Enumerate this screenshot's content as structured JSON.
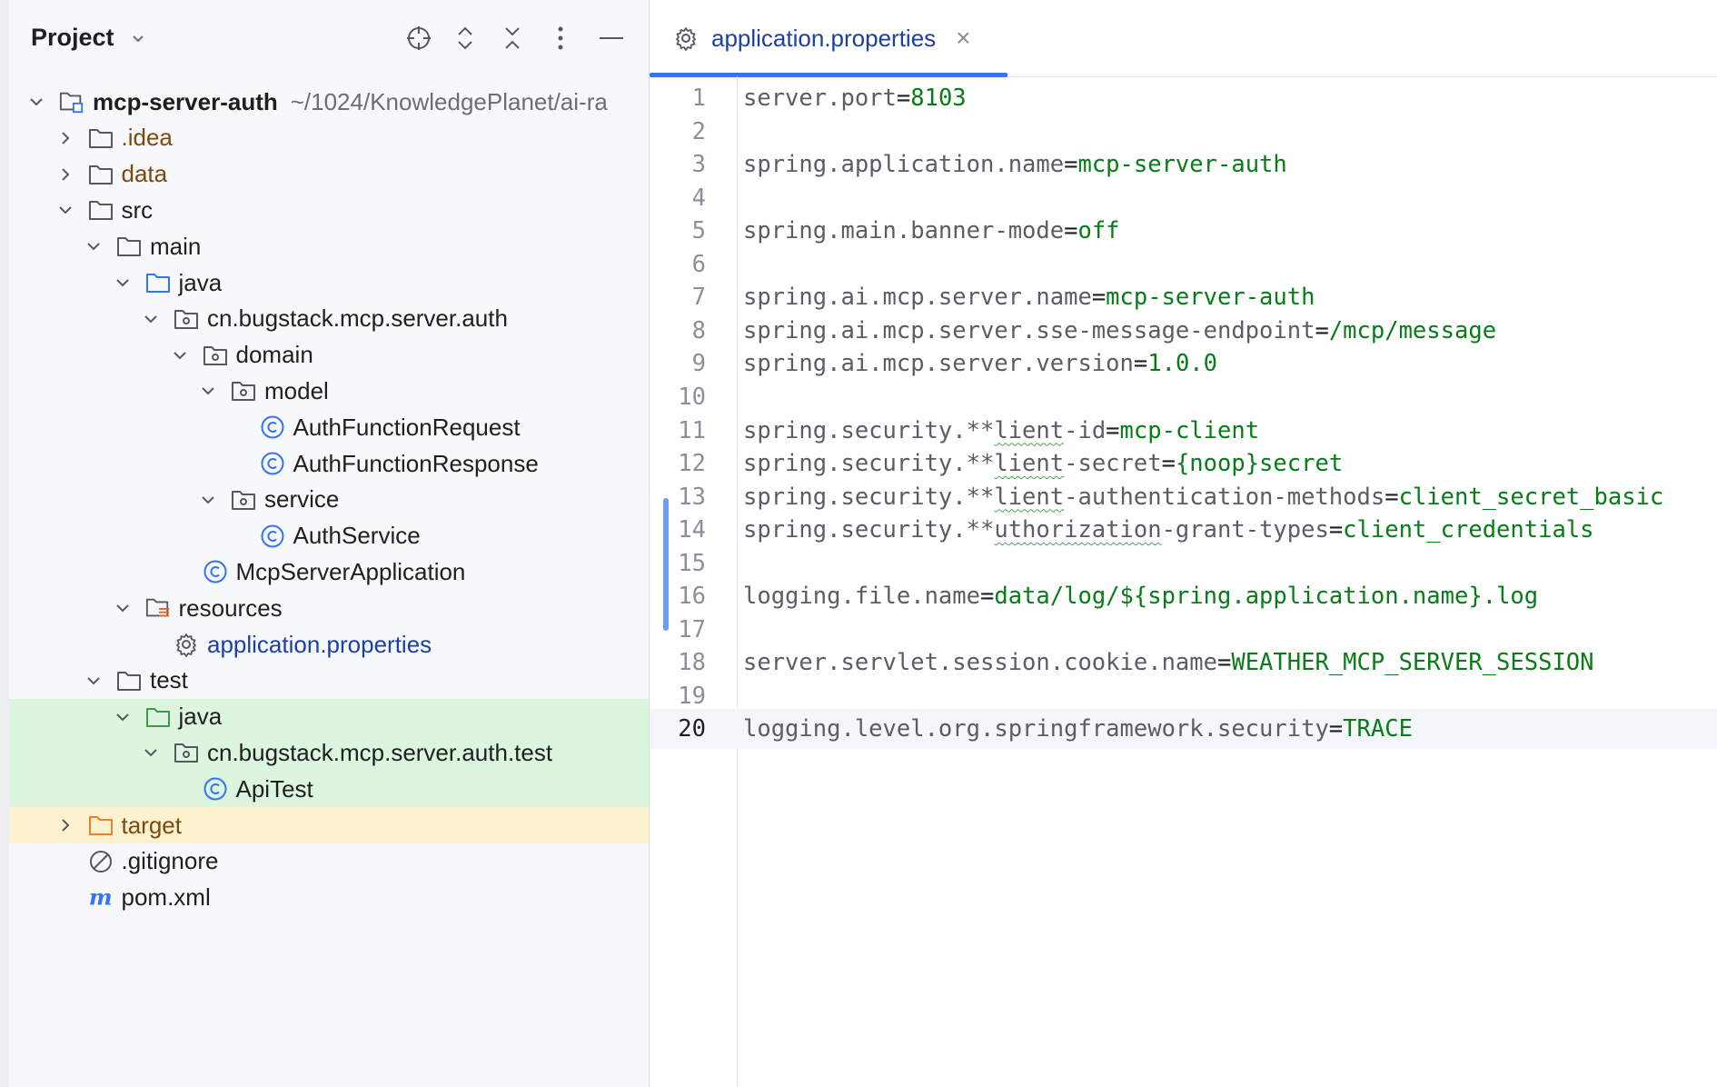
{
  "panel": {
    "title": "Project"
  },
  "header_icons": [
    "crosshair-icon",
    "expand-collapse-icon",
    "collapse-all-icon",
    "more-vertical-icon",
    "minimize-icon"
  ],
  "tree": [
    {
      "label": "mcp-server-auth",
      "extra": "~/1024/KnowledgePlanet/ai-ra",
      "depth": 0,
      "arrow": "down",
      "icon": "module",
      "style": "bold"
    },
    {
      "label": ".idea",
      "depth": 1,
      "arrow": "right",
      "icon": "folder",
      "style": "brown"
    },
    {
      "label": "data",
      "depth": 1,
      "arrow": "right",
      "icon": "folder",
      "style": "brown"
    },
    {
      "label": "src",
      "depth": 1,
      "arrow": "down",
      "icon": "folder"
    },
    {
      "label": "main",
      "depth": 2,
      "arrow": "down",
      "icon": "folder"
    },
    {
      "label": "java",
      "depth": 3,
      "arrow": "down",
      "icon": "folder-blue"
    },
    {
      "label": "cn.bugstack.mcp.server.auth",
      "depth": 4,
      "arrow": "down",
      "icon": "package"
    },
    {
      "label": "domain",
      "depth": 5,
      "arrow": "down",
      "icon": "package"
    },
    {
      "label": "model",
      "depth": 6,
      "arrow": "down",
      "icon": "package"
    },
    {
      "label": "AuthFunctionRequest",
      "depth": 7,
      "arrow": "none",
      "icon": "class"
    },
    {
      "label": "AuthFunctionResponse",
      "depth": 7,
      "arrow": "none",
      "icon": "class"
    },
    {
      "label": "service",
      "depth": 6,
      "arrow": "down",
      "icon": "package"
    },
    {
      "label": "AuthService",
      "depth": 7,
      "arrow": "none",
      "icon": "class"
    },
    {
      "label": "McpServerApplication",
      "depth": 5,
      "arrow": "none",
      "icon": "class"
    },
    {
      "label": "resources",
      "depth": 3,
      "arrow": "down",
      "icon": "folder-resources"
    },
    {
      "label": "application.properties",
      "depth": 4,
      "arrow": "none",
      "icon": "gear",
      "style": "blue"
    },
    {
      "label": "test",
      "depth": 2,
      "arrow": "down",
      "icon": "folder"
    },
    {
      "label": "java",
      "depth": 3,
      "arrow": "down",
      "icon": "folder-green",
      "highlight": "green"
    },
    {
      "label": "cn.bugstack.mcp.server.auth.test",
      "depth": 4,
      "arrow": "down",
      "icon": "package",
      "highlight": "green"
    },
    {
      "label": "ApiTest",
      "depth": 5,
      "arrow": "none",
      "icon": "class",
      "highlight": "green"
    },
    {
      "label": "target",
      "depth": 1,
      "arrow": "right",
      "icon": "folder-orange",
      "style": "brown",
      "highlight": "yellow"
    },
    {
      "label": ".gitignore",
      "depth": 1,
      "arrow": "none",
      "icon": "ignore"
    },
    {
      "label": "pom.xml",
      "depth": 1,
      "arrow": "none",
      "icon": "maven"
    }
  ],
  "editor": {
    "tab_label": "application.properties",
    "tab_close": "×",
    "current_line": 20,
    "lines": [
      {
        "n": "1",
        "k": "server.port",
        "v": "8103"
      },
      {
        "n": "2"
      },
      {
        "n": "3",
        "k": "spring.application.name",
        "v": "mcp-server-auth"
      },
      {
        "n": "4"
      },
      {
        "n": "5",
        "k": "spring.main.banner-mode",
        "v": "off"
      },
      {
        "n": "6"
      },
      {
        "n": "7",
        "k": "spring.ai.mcp.server.name",
        "v": "mcp-server-auth"
      },
      {
        "n": "8",
        "k": "spring.ai.mcp.server.sse-message-endpoint",
        "v": "/mcp/message"
      },
      {
        "n": "9",
        "k": "spring.ai.mcp.server.version",
        "v": "1.0.0"
      },
      {
        "n": "10"
      },
      {
        "n": "11",
        "kpre": "spring.security.**",
        "ksq": "lient",
        "kpost": "-id",
        "v": "mcp-client"
      },
      {
        "n": "12",
        "kpre": "spring.security.**",
        "ksq": "lient",
        "kpost": "-secret",
        "v": "{noop}secret"
      },
      {
        "n": "13",
        "kpre": "spring.security.**",
        "ksq": "lient",
        "kpost": "-authentication-methods",
        "v": "client_secret_basic"
      },
      {
        "n": "14",
        "kpre": "spring.security.**",
        "ksq": "uthorization",
        "kpost": "-grant-types",
        "v": "client_credentials"
      },
      {
        "n": "15"
      },
      {
        "n": "16",
        "k": "logging.file.name",
        "v": "data/log/${spring.application.name}.log"
      },
      {
        "n": "17"
      },
      {
        "n": "18",
        "k": "server.servlet.session.cookie.name",
        "v": "WEATHER_MCP_SERVER_SESSION"
      },
      {
        "n": "19"
      },
      {
        "n": "20",
        "k": "logging.level.org.springframework.security",
        "v": "TRACE"
      }
    ]
  },
  "colors": {
    "accent": "#3574f0",
    "value_green": "#067d17",
    "highlight_green": "#dbf5de",
    "highlight_yellow": "#fdf2cf"
  }
}
